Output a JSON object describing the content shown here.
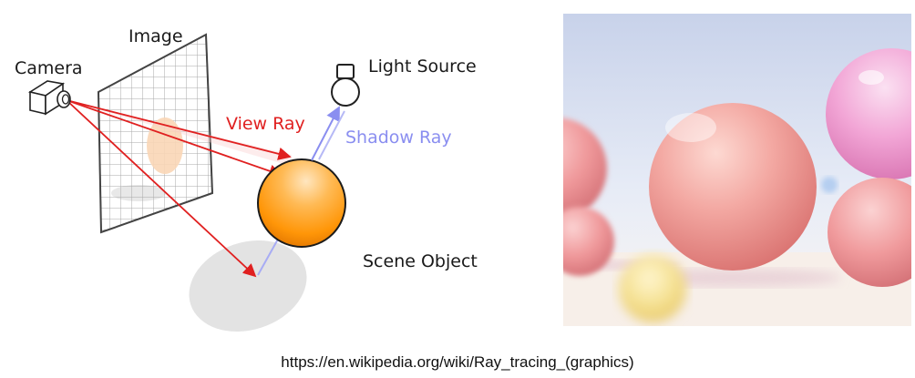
{
  "diagram": {
    "labels": {
      "camera": "Camera",
      "image": "Image",
      "light_source": "Light Source",
      "view_ray": "View Ray",
      "shadow_ray": "Shadow Ray",
      "scene_object": "Scene Object"
    },
    "colors": {
      "view_ray": "#e02020",
      "shadow_ray": "#8a8ef0",
      "sphere_core": "#ff9a10",
      "sphere_edge": "#d66a00",
      "shadow": "#e2e2e2",
      "text": "#1a1a1a"
    }
  },
  "render": {
    "colors": {
      "sky_top": "#cfd8ec",
      "floor": "#f4ece6",
      "sphere_pink": "#f2a2a0",
      "sphere_magenta": "#f2a3d6",
      "sphere_yellow": "#f5e49a"
    }
  },
  "caption": "https://en.wikipedia.org/wiki/Ray_tracing_(graphics)"
}
